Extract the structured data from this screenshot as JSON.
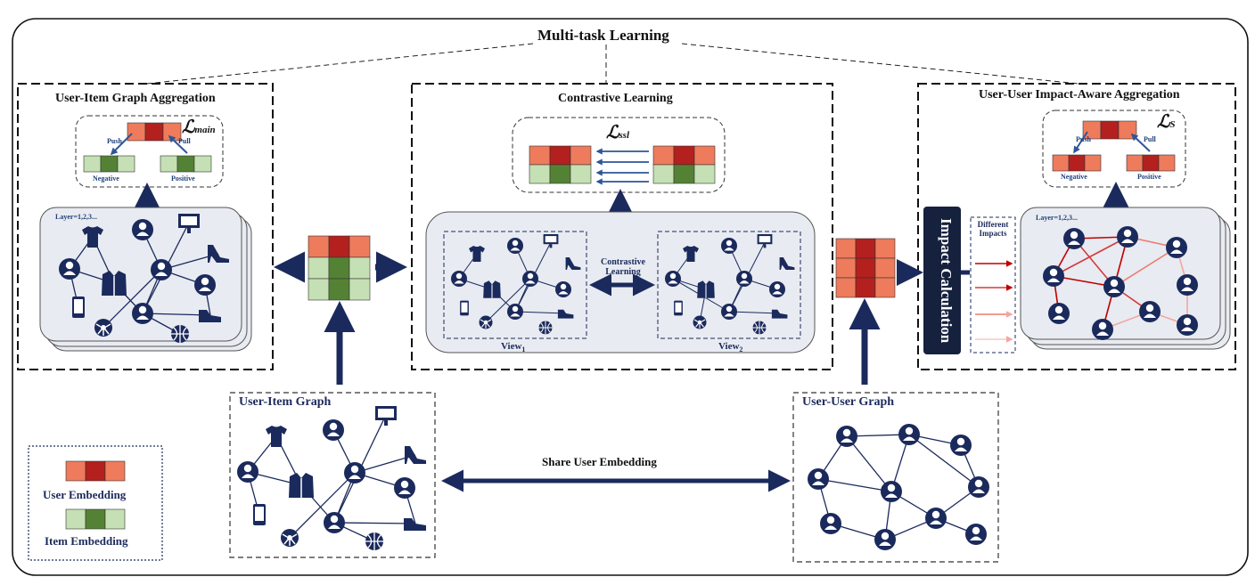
{
  "title": "Multi-task Learning",
  "panels": {
    "user_item_aggregation": "User-Item Graph Aggregation",
    "contrastive_learning": "Contrastive Learning",
    "user_user_aggregation": "User-User Impact-Aware Aggregation",
    "user_item_graph": "User-Item Graph",
    "user_user_graph": "User-User Graph"
  },
  "losses": {
    "main_symbol": "ℒ",
    "main_sub": "main",
    "ssl_symbol": "ℒ",
    "ssl_sub": "ssl",
    "s_symbol": "ℒ",
    "s_sub": "S"
  },
  "labels": {
    "push": "Push",
    "pull": "Pull",
    "negative": "Negative",
    "positive": "Positive",
    "layer": "Layer=1,2,3...",
    "view1": "View",
    "view1_sub": "1",
    "view2": "View",
    "view2_sub": "2",
    "contrastive_line1": "Contrastive",
    "contrastive_line2": "Learning",
    "impact_calculation": "Impact Calculation",
    "different_impacts_line1": "Different",
    "different_impacts_line2": "Impacts",
    "share_user_embedding": "Share User Embedding"
  },
  "legend": {
    "user_embedding": "User Embedding",
    "item_embedding": "Item Embedding"
  },
  "colors": {
    "navy": "#1b2a5c",
    "user_light": "#ee7b5c",
    "user_dark": "#b3201e",
    "item_light": "#c5e0b4",
    "item_dark": "#548235",
    "impact_red": "#c00000",
    "impact_pink": "#f4a6a0"
  }
}
